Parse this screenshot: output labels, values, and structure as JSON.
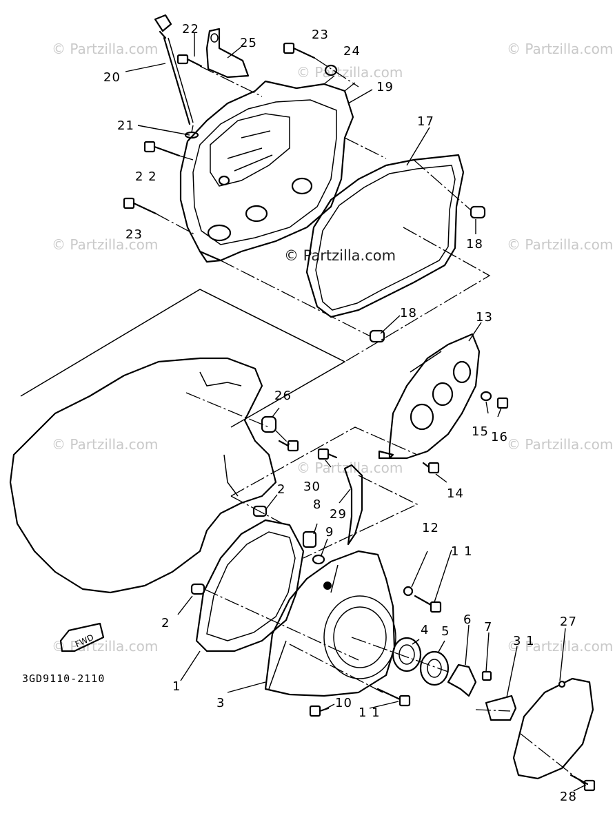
{
  "diagram": {
    "drawing_number": "3GD9110-2110",
    "fwd_label": "FWD",
    "watermark_text": "© Partzilla.com",
    "callouts": {
      "c1": "1",
      "c2a": "2",
      "c2b": "2",
      "c3": "3",
      "c4": "4",
      "c5": "5",
      "c6": "6",
      "c7": "7",
      "c8": "8",
      "c9": "9",
      "c10": "10",
      "c11a": "1 1",
      "c11b": "1 1",
      "c12": "12",
      "c13": "13",
      "c14": "14",
      "c15": "15",
      "c16": "16",
      "c17": "17",
      "c18a": "18",
      "c18b": "18",
      "c19": "19",
      "c20": "20",
      "c21": "21",
      "c22a": "22",
      "c22b": "2 2",
      "c23a": "23",
      "c23b": "23",
      "c24": "24",
      "c25": "25",
      "c26": "26",
      "c27": "27",
      "c28": "28",
      "c29": "29",
      "c30": "30",
      "c31": "3 1"
    }
  }
}
